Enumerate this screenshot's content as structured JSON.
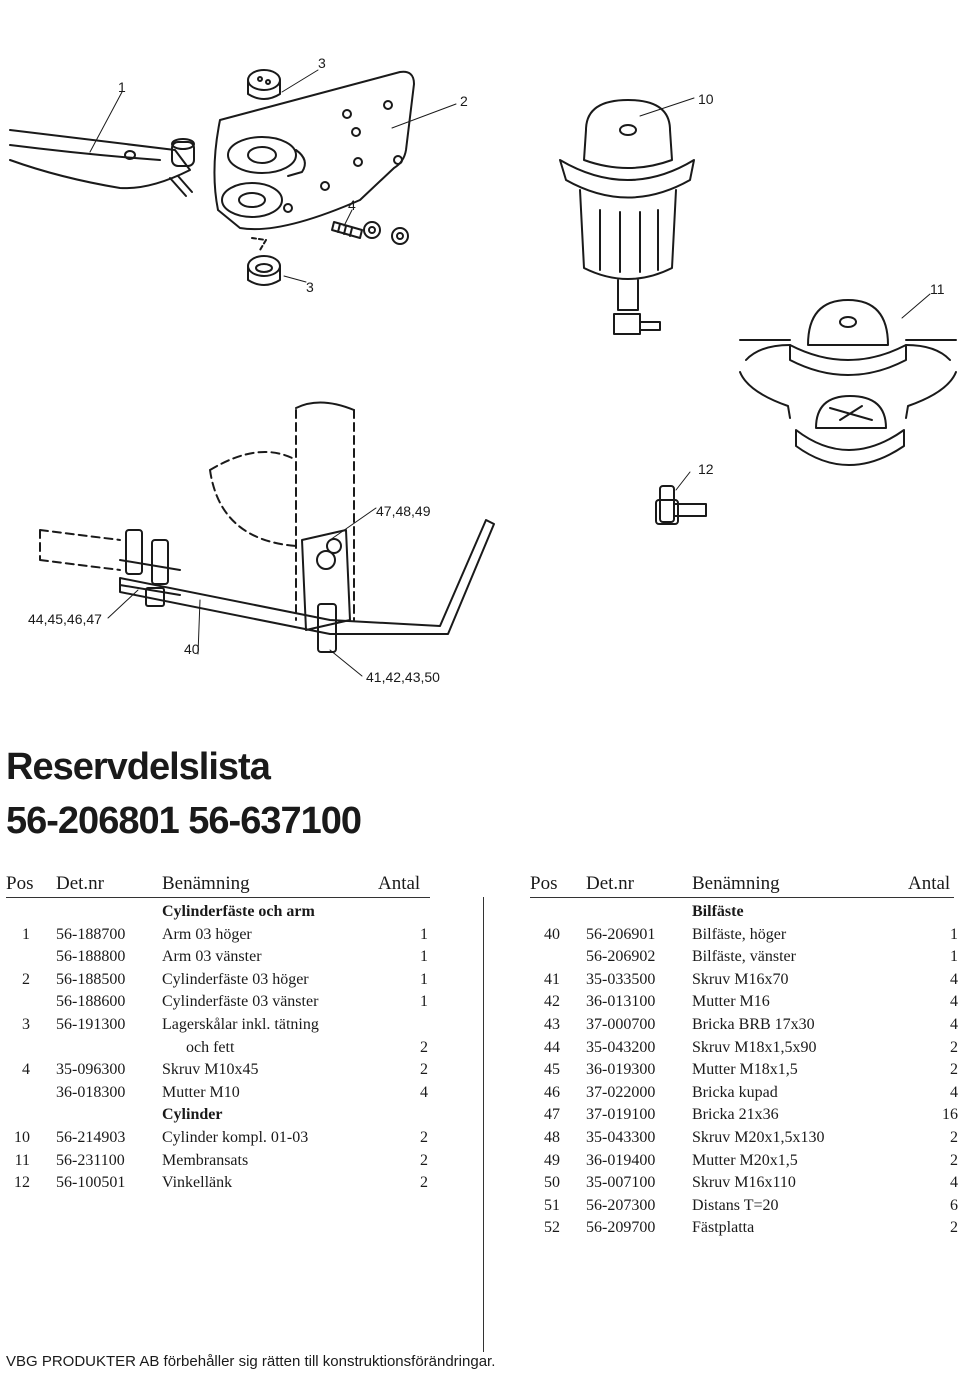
{
  "callouts": {
    "c1": "1",
    "c2": "2",
    "c3a": "3",
    "c3b": "3",
    "c4": "4",
    "c10": "10",
    "c11": "11",
    "c12": "12",
    "c474849": "47,48,49",
    "c44454647": "44,45,46,47",
    "c40": "40",
    "c41424350": "41,42,43,50"
  },
  "title": {
    "line1": "Reservdelslista",
    "line2": "56-206801  56-637100"
  },
  "headers": {
    "pos": "Pos",
    "detnr": "Det.nr",
    "name": "Benämning",
    "qty": "Antal"
  },
  "left_rows": [
    {
      "section": "Cylinderfäste och arm"
    },
    {
      "pos": "1",
      "detnr": "56-188700",
      "name": "Arm 03 höger",
      "qty": "1"
    },
    {
      "pos": "",
      "detnr": "56-188800",
      "name": "Arm 03 vänster",
      "qty": "1"
    },
    {
      "pos": "2",
      "detnr": "56-188500",
      "name": "Cylinderfäste 03 höger",
      "qty": "1"
    },
    {
      "pos": "",
      "detnr": "56-188600",
      "name": "Cylinderfäste 03 vänster",
      "qty": "1"
    },
    {
      "pos": "3",
      "detnr": "56-191300",
      "name": "Lagerskålar inkl. tätning",
      "qty": ""
    },
    {
      "pos": "",
      "detnr": "",
      "name": "och fett",
      "qty": "2",
      "indent": true
    },
    {
      "pos": "4",
      "detnr": "35-096300",
      "name": "Skruv M10x45",
      "qty": "2"
    },
    {
      "pos": "",
      "detnr": "36-018300",
      "name": "Mutter M10",
      "qty": "4"
    },
    {
      "section": "Cylinder"
    },
    {
      "pos": "10",
      "detnr": "56-214903",
      "name": "Cylinder kompl. 01-03",
      "qty": "2"
    },
    {
      "pos": "11",
      "detnr": "56-231100",
      "name": "Membransats",
      "qty": "2"
    },
    {
      "pos": "12",
      "detnr": "56-100501",
      "name": "Vinkellänk",
      "qty": "2"
    }
  ],
  "right_rows": [
    {
      "section": "Bilfäste"
    },
    {
      "pos": "40",
      "detnr": "56-206901",
      "name": "Bilfäste, höger",
      "qty": "1"
    },
    {
      "pos": "",
      "detnr": "56-206902",
      "name": "Bilfäste, vänster",
      "qty": "1"
    },
    {
      "pos": "41",
      "detnr": "35-033500",
      "name": "Skruv M16x70",
      "qty": "4"
    },
    {
      "pos": "42",
      "detnr": "36-013100",
      "name": "Mutter M16",
      "qty": "4"
    },
    {
      "pos": "43",
      "detnr": "37-000700",
      "name": "Bricka BRB 17x30",
      "qty": "4"
    },
    {
      "pos": "44",
      "detnr": "35-043200",
      "name": "Skruv M18x1,5x90",
      "qty": "2"
    },
    {
      "pos": "45",
      "detnr": "36-019300",
      "name": "Mutter M18x1,5",
      "qty": "2"
    },
    {
      "pos": "46",
      "detnr": "37-022000",
      "name": "Bricka kupad",
      "qty": "4"
    },
    {
      "pos": "47",
      "detnr": "37-019100",
      "name": "Bricka 21x36",
      "qty": "16"
    },
    {
      "pos": "48",
      "detnr": "35-043300",
      "name": "Skruv M20x1,5x130",
      "qty": "2"
    },
    {
      "pos": "49",
      "detnr": "36-019400",
      "name": "Mutter M20x1,5",
      "qty": "2"
    },
    {
      "pos": "50",
      "detnr": "35-007100",
      "name": "Skruv M16x110",
      "qty": "4"
    },
    {
      "pos": "51",
      "detnr": "56-207300",
      "name": "Distans T=20",
      "qty": "6"
    },
    {
      "pos": "52",
      "detnr": "56-209700",
      "name": "Fästplatta",
      "qty": "2"
    }
  ],
  "footer": "VBG PRODUKTER AB förbehåller sig rätten till konstruktionsförändringar."
}
